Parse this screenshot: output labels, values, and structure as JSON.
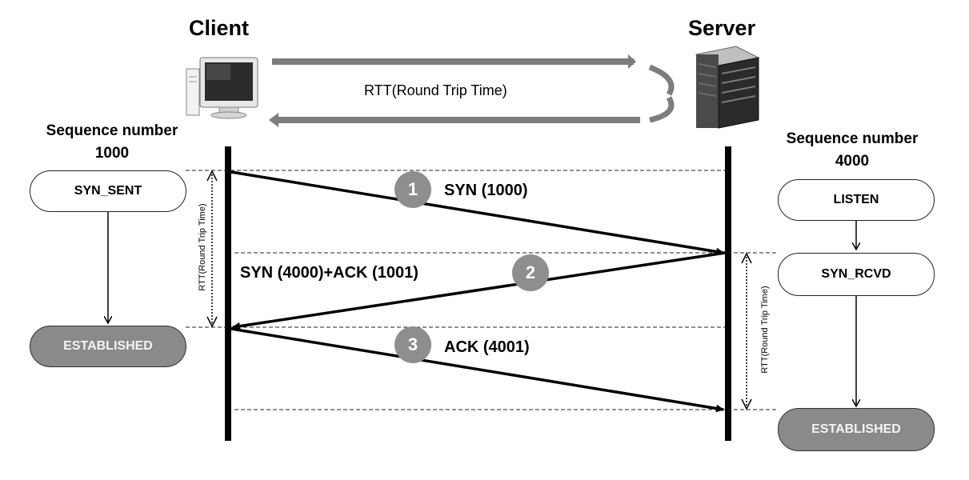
{
  "titles": {
    "client": "Client",
    "server": "Server"
  },
  "sequence": {
    "client_label": "Sequence number",
    "client_value": "1000",
    "server_label": "Sequence number",
    "server_value": "4000"
  },
  "rtt_banner": "RTT(Round Trip Time)",
  "rtt_vertical_left": "RTT(Round Trip Time)",
  "rtt_vertical_right": "RTT(Round Trip Time)",
  "client_states": [
    "SYN_SENT",
    "ESTABLISHED"
  ],
  "server_states": [
    "LISTEN",
    "SYN_RCVD",
    "ESTABLISHED"
  ],
  "messages": [
    {
      "step": "1",
      "label": "SYN (1000)"
    },
    {
      "step": "2",
      "label": "SYN (4000)+ACK (1001)"
    },
    {
      "step": "3",
      "label": "ACK (4001)"
    }
  ],
  "colors": {
    "established_fill": "#8a8a8a",
    "badge": "#8e8e8e",
    "banner_arrow": "#7d7d7d"
  },
  "icons": {
    "client": "desktop-computer-icon",
    "server": "server-tower-icon"
  }
}
